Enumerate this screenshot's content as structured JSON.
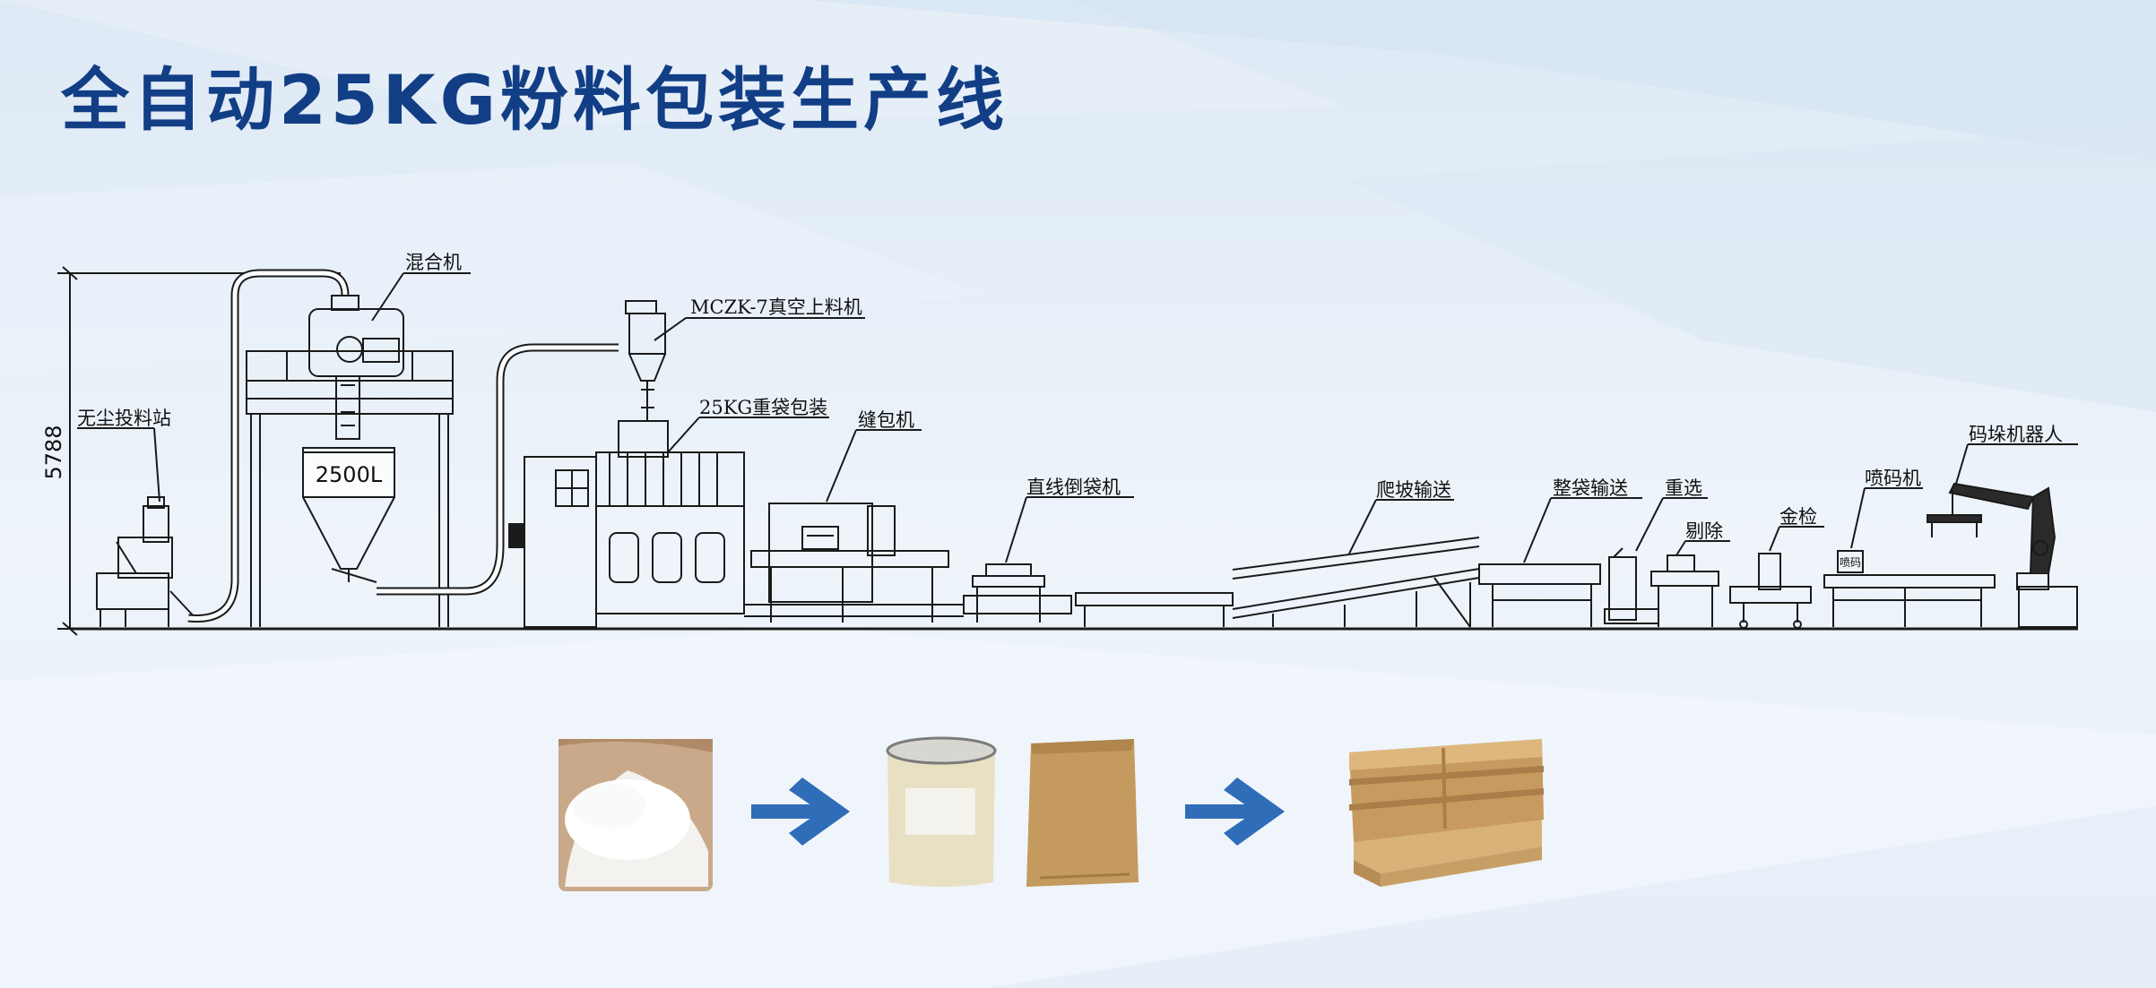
{
  "title": "全自动25KG粉料包装生产线",
  "dimension": "5788",
  "tank_label": "2500L",
  "stations": {
    "dust_free_feeding": "无尘投料站",
    "mixer": "混合机",
    "vacuum_loader": "MCZK-7真空上料机",
    "heavy_bag_packer": "25KG重袋包装",
    "sewing_machine": "缝包机",
    "bag_tipping": "直线倒袋机",
    "incline_conveyor": "爬坡输送",
    "bag_shaping_conveyor": "整袋输送",
    "check_weigher": "重选",
    "rejector": "剔除",
    "metal_detector": "金检",
    "inkjet_printer": "喷码机",
    "palletizing_robot": "码垛机器人"
  },
  "inkjet_box_text": "喷码",
  "colors": {
    "title": "#123e86",
    "arrow": "#2f6db8",
    "line": "#1a1a1a"
  }
}
